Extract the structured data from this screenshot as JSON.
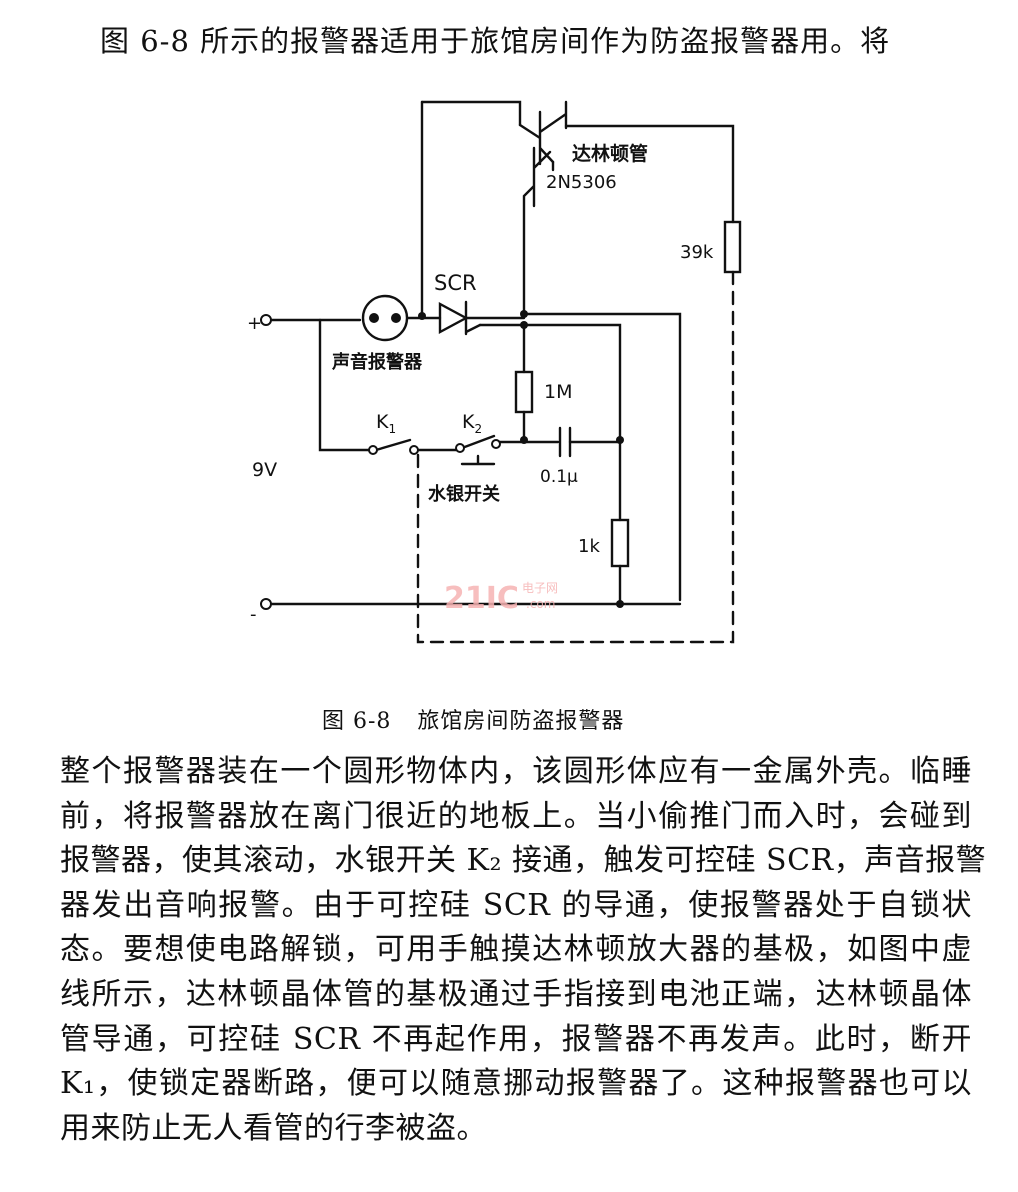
{
  "intro_line": "图 6-8 所示的报警器适用于旅馆房间作为防盗报警器用。将",
  "circuit": {
    "labels": {
      "darlington_name": "达林顿管",
      "darlington_part": "2N5306",
      "r_39k": "39k",
      "scr": "SCR",
      "plus": "+",
      "minus": "-",
      "sound_alarm": "声音报警器",
      "r_1m": "1M",
      "k1": "K",
      "k1_sub": "1",
      "k2": "K",
      "k2_sub": "2",
      "cap": "0.1μ",
      "battery": "9V",
      "mercury_switch": "水银开关",
      "r_1k": "1k",
      "watermark_brand": "21IC",
      "watermark_cn": "电子网",
      "watermark_url": ".com"
    }
  },
  "caption": {
    "number": "图 6-8",
    "title": "旅馆房间防盗报警器"
  },
  "paragraph_lines": [
    "整个报警器装在一个圆形物体内，该圆形体应有一金属外壳。临睡",
    "前，将报警器放在离门很近的地板上。当小偷推门而入时，会碰到",
    "报警器，使其滚动，水银开关 K₂ 接通，触发可控硅 SCR，声音报警",
    "器发出音响报警。由于可控硅 SCR 的导通，使报警器处于自锁状",
    "态。要想使电路解锁，可用手触摸达林顿放大器的基极，如图中虚",
    "线所示，达林顿晶体管的基极通过手指接到电池正端，达林顿晶体",
    "管导通，可控硅 SCR 不再起作用，报警器不再发声。此时，断开",
    "K₁，使锁定器断路，便可以随意挪动报警器了。这种报警器也可以",
    "用来防止无人看管的行李被盗。"
  ]
}
